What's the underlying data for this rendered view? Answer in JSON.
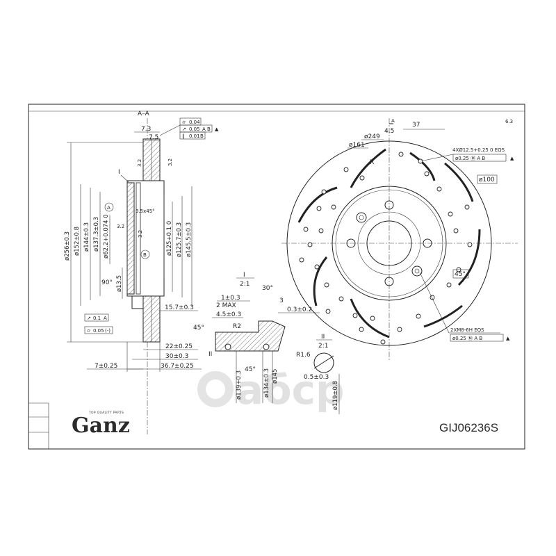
{
  "section": {
    "view": "A–A",
    "detail": "I",
    "scale": "2:1",
    "detail2": "II"
  },
  "tolerance_frames": [
    {
      "symbol": "⌭",
      "value": "0.04",
      "datum": ""
    },
    {
      "symbol": "↗",
      "value": "0.05",
      "datum": "A B"
    },
    {
      "symbol": "∥",
      "value": "0.01",
      "datum": "B"
    },
    {
      "symbol": "↗",
      "value": "0.1",
      "datum": "A"
    },
    {
      "symbol": "⌭",
      "value": "0.05",
      "datum": "(-)"
    }
  ],
  "datums": [
    "A",
    "B"
  ],
  "roughness": [
    "3.2",
    "3.2",
    "3.2",
    "3.2",
    "6.3"
  ],
  "dims_section_top": [
    "7.3",
    "7.5"
  ],
  "dims_section_vertical": [
    "ø256±0.3",
    "ø152±0.8",
    "ø144±0.3",
    "ø137.3±0.3",
    "ø62.2+0.074 0",
    "ø13.5",
    "ø125+0.1 0",
    "ø125.7±0.3",
    "ø145.5±0.3"
  ],
  "dims_section_bottom": [
    "15.7±0.3",
    "22±0.25",
    "30±0.3",
    "7±0.25",
    "36.7±0.25"
  ],
  "chamfer": "3.5x45°",
  "angle_90": "90°",
  "detail_I": [
    "1±0.3",
    "2 MAX",
    "4.5±0.3",
    "30°",
    "3",
    "0.3±0.2",
    "45°",
    "R2",
    "45°",
    "ø139+0.3",
    "ø134±0.3",
    "ø145"
  ],
  "detail_II": [
    "R1.6",
    "0.5±0.3",
    "ø119±0.8"
  ],
  "front_view": [
    "ø161",
    "ø249",
    "4.5",
    "37",
    "R",
    "ø100",
    "45°"
  ],
  "front_labels": {
    "holes4": "4XØ12.5+0.25 0 EQS",
    "holes4_frame": "ø0.25 Ⓜ A B",
    "holes2": "2XM8-6H EQS",
    "holes2_frame": "ø0.25 Ⓜ A B"
  },
  "brand": {
    "name": "Ganz",
    "tagline": "TOP QUALITY PARTS",
    "part_no": "GIJ06236S"
  },
  "watermark": "aбcp"
}
